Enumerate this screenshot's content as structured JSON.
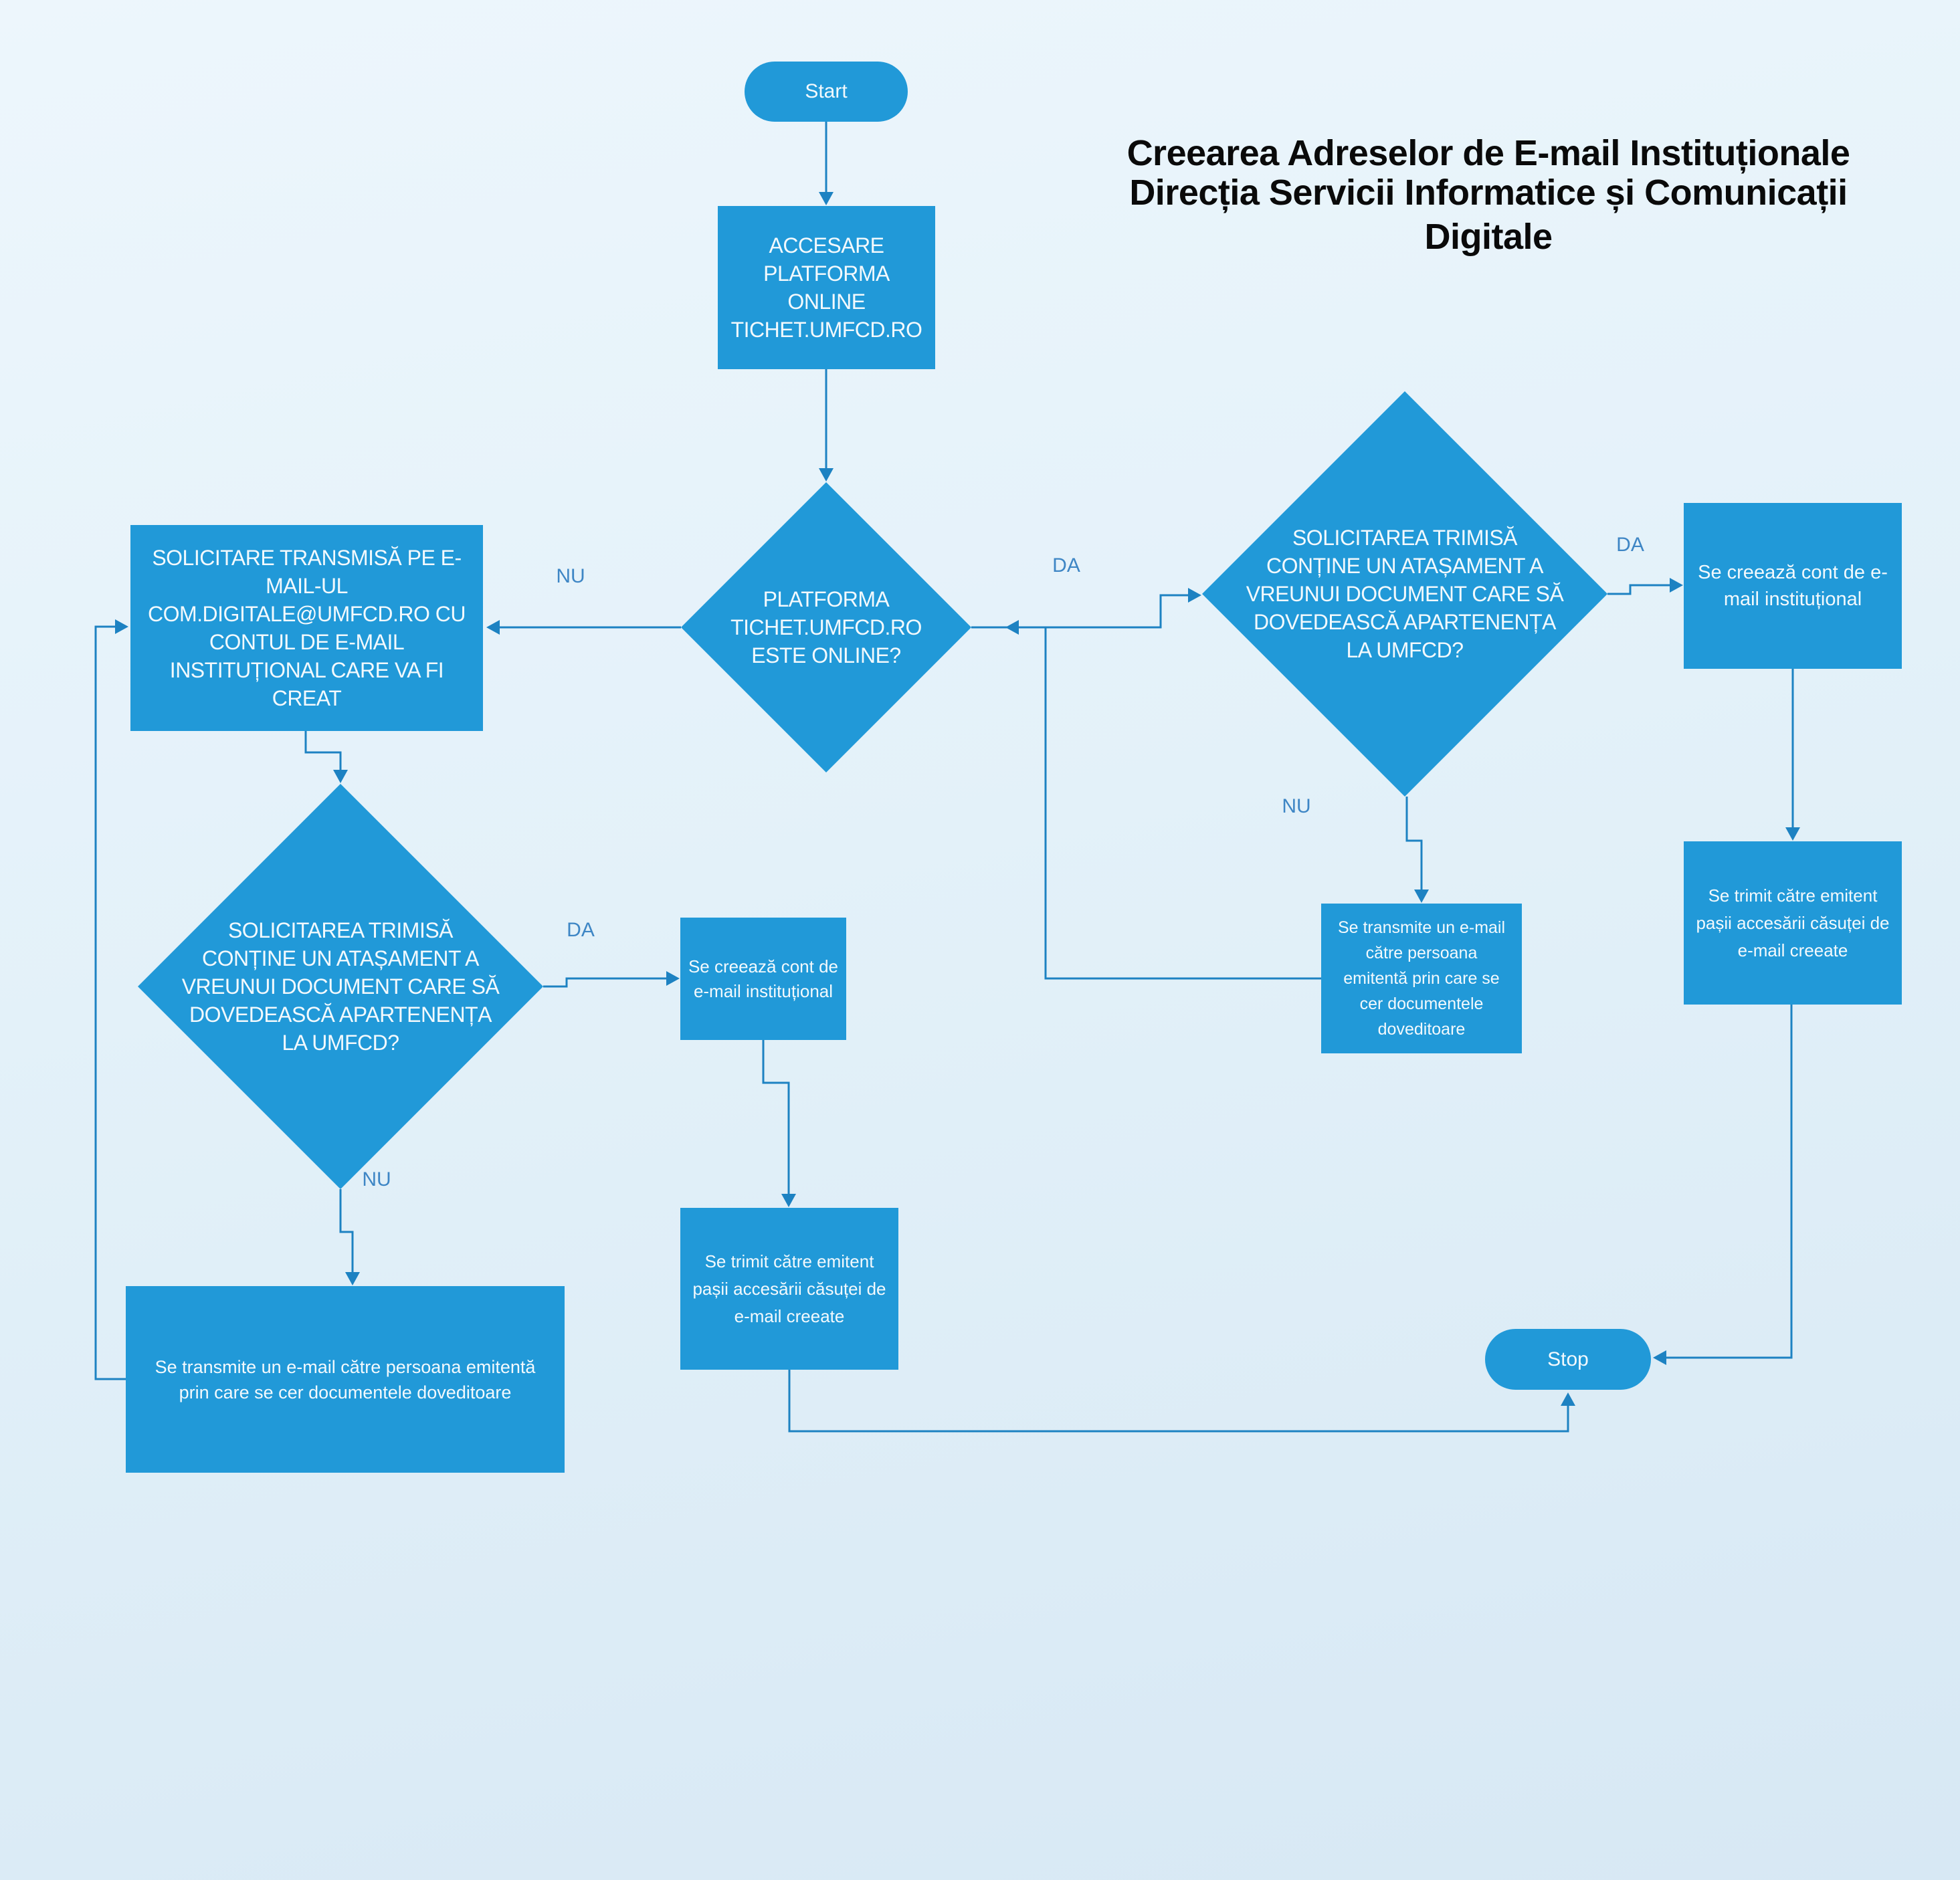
{
  "title": {
    "lines": [
      "Creearea Adreselor de E-mail Instituționale",
      "Direcția Servicii Informatice și Comunicații",
      "Digitale"
    ]
  },
  "colors": {
    "shape_fill": "#2199d8",
    "connector": "#1d82c2",
    "branch_label": "#3e86c5",
    "shape_text": "#f2f9fd",
    "background_top": "#edf6fc",
    "background_bottom": "#d7e8f4",
    "title_text": "#0a0a0a"
  },
  "nodes": {
    "start": {
      "label": "Start"
    },
    "stop": {
      "label": "Stop"
    },
    "accesare": {
      "label": [
        "ACCESARE",
        "PLATFORMA",
        "ONLINE",
        "TICHET.UMFCD.RO"
      ]
    },
    "decision_online": {
      "label": [
        "PLATFORMA",
        "TICHET.UMFCD.RO",
        "ESTE ONLINE?"
      ]
    },
    "solicitare_email": {
      "label": [
        "SOLICITARE TRANSMISĂ  PE E-",
        "MAIL-UL",
        "COM.DIGITALE@UMFCD.RO CU",
        "CONTUL DE E-MAIL",
        "INSTITUȚIONAL CARE VA FI",
        "CREAT"
      ]
    },
    "decision_atasament_right": {
      "label": [
        "SOLICITAREA TRIMISĂ",
        "CONȚINE UN ATAȘAMENT A",
        "VREUNUI DOCUMENT CARE SĂ",
        "DOVEDEASCĂ APARTENENȚA",
        "LA UMFCD?"
      ]
    },
    "decision_atasament_left": {
      "label": [
        "SOLICITAREA TRIMISĂ",
        "CONȚINE UN ATAȘAMENT A",
        "VREUNUI DOCUMENT CARE SĂ",
        "DOVEDEASCĂ APARTENENȚA",
        "LA UMFCD?"
      ]
    },
    "creare_cont_right": {
      "label": [
        "Se creează cont de e-",
        "mail instituțional"
      ]
    },
    "creare_cont_mid": {
      "label": [
        "Se creează cont de",
        "e-mail instituțional"
      ]
    },
    "trimitere_pasi_right": {
      "label": [
        "Se trimit către emitent",
        "pașii accesării căsuței de",
        "e-mail creeate"
      ]
    },
    "trimitere_pasi_mid": {
      "label": [
        "Se trimit către emitent",
        "pașii accesării căsuței de",
        "e-mail creeate"
      ]
    },
    "cerere_documente_right": {
      "label": [
        "Se transmite un e-mail",
        "către persoana",
        "emitentă prin care se",
        "cer documentele",
        "doveditoare"
      ]
    },
    "cerere_documente_left": {
      "label": [
        "Se transmite un e-mail către persoana emitentă",
        "prin care se cer documentele doveditoare"
      ]
    }
  },
  "branch_labels": {
    "d1_nu": "NU",
    "d1_da": "DA",
    "d2_nu": "NU",
    "d2_da": "DA",
    "d3_nu": "NU",
    "d3_da": "DA"
  }
}
